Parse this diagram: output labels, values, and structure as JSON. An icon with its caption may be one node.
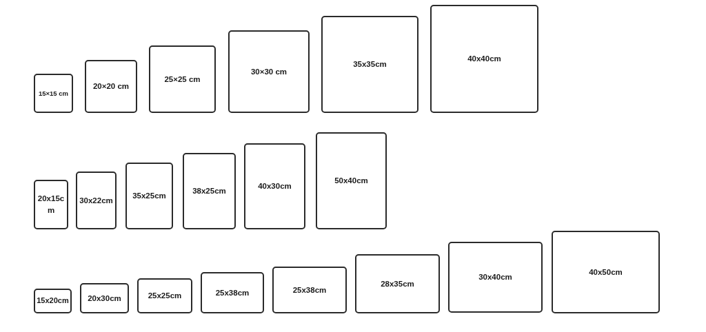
{
  "diagram": {
    "nodes": [
      {
        "text": [
          "15×15 cm"
        ]
      },
      {
        "text": [
          "20×20 cm"
        ]
      },
      {
        "text": [
          "25×25 cm"
        ]
      },
      {
        "text": [
          "30×30 cm"
        ]
      },
      {
        "text": [
          "35x35cm"
        ]
      },
      {
        "text": [
          "40x40cm"
        ]
      },
      {
        "text": [
          "20x15cm"
        ]
      },
      {
        "text": [
          "30x22cm"
        ]
      },
      {
        "text": [
          "35x25cm"
        ]
      },
      {
        "text": [
          "38x25cm"
        ]
      },
      {
        "text": [
          "40x30cm"
        ]
      },
      {
        "text": [
          "50x40cm"
        ]
      },
      {
        "text": [
          "15x20cm"
        ]
      },
      {
        "text": [
          "20x30cm"
        ]
      },
      {
        "text": [
          "25x25cm"
        ]
      },
      {
        "text": [
          "25x38cm"
        ]
      },
      {
        "text": [
          "25x38cm"
        ]
      },
      {
        "text": [
          "28x35cm"
        ]
      },
      {
        "text": [
          "30x40cm"
        ]
      },
      {
        "text": [
          "40x50cm"
        ]
      }
    ]
  }
}
